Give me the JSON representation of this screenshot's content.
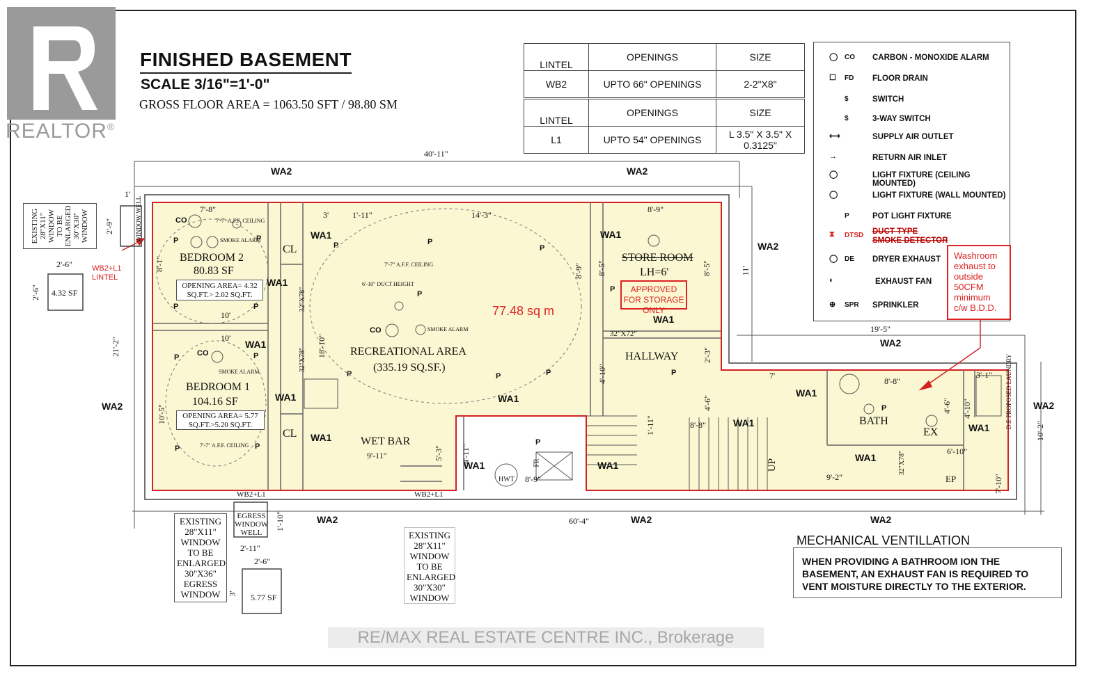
{
  "title": "FINISHED BASEMENT",
  "scale": "SCALE  3/16\"=1'-0\"",
  "gross_area": "GROSS FLOOR AREA  = 1063.50 SFT / 98.80 SM",
  "logo": {
    "text": "REALTOR",
    "mark": "®",
    "icon": "realtor-r-logo"
  },
  "lintel_table_1": {
    "col1": "LINTEL",
    "col2": "OPENINGS",
    "col3": "SIZE",
    "r1": "WB2",
    "r2": "UPTO 66\" OPENINGS",
    "r3": "2-2\"X8\""
  },
  "lintel_table_2": {
    "col1": "LINTEL",
    "col2": "OPENINGS",
    "col3": "SIZE",
    "r1": "L1",
    "r2": "UPTO 54\" OPENINGS",
    "r3": "L 3.5\" X 3.5\" X 0.3125\""
  },
  "legend": {
    "items": [
      {
        "abbr": "CO",
        "label": "CARBON - MONOXIDE ALARM",
        "icon": "co-alarm-icon"
      },
      {
        "abbr": "FD",
        "label": "FLOOR DRAIN",
        "icon": "floor-drain-icon"
      },
      {
        "abbr": "$",
        "label": "SWITCH",
        "icon": "switch-icon"
      },
      {
        "abbr": "$",
        "label": "3-WAY SWITCH",
        "icon": "three-way-switch-icon"
      },
      {
        "abbr": "",
        "label": "SUPPLY AIR OUTLET",
        "icon": "supply-air-icon"
      },
      {
        "abbr": "",
        "label": "RETURN AIR INLET",
        "icon": "return-air-icon"
      },
      {
        "abbr": "",
        "label": "LIGHT FIXTURE (CEILING MOUNTED)",
        "icon": "ceiling-light-icon"
      },
      {
        "abbr": "",
        "label": "LIGHT FIXTURE (WALL MOUNTED)",
        "icon": "wall-light-icon"
      },
      {
        "abbr": "P",
        "label": "POT LIGHT FIXTURE",
        "icon": "pot-light-icon"
      },
      {
        "abbr": "DTSD",
        "label": "DUCT TYPE SMOKE DETECTOR",
        "icon": "duct-smoke-detector-icon"
      },
      {
        "abbr": "DE",
        "label": "DRYER EXHAUST",
        "icon": "dryer-exhaust-icon"
      },
      {
        "abbr": "",
        "label": "EXHAUST FAN",
        "icon": "exhaust-fan-icon"
      },
      {
        "abbr": "SPR",
        "label": "SPRINKLER",
        "icon": "sprinkler-icon"
      }
    ]
  },
  "washroom_note": "Washroom exhaust to outside 50CFM minimum c/w B.D.D.",
  "rooms": {
    "bedroom2": "BEDROOM 2",
    "bedroom2_area": "80.83 SF",
    "bedroom2_opening": "OPENING AREA= 4.32 SQ.FT.> 2.02 SQ.FT.",
    "bedroom1": "BEDROOM 1",
    "bedroom1_area": "104.16 SF",
    "bedroom1_opening": "OPENING AREA= 5.77 SQ.FT.>5.20 SQ.FT.",
    "rec": "RECREATIONAL AREA",
    "rec_area": "(335.19 SQ.SF.)",
    "store": "STORE ROOM",
    "store_lh": "LH=6'",
    "approved": "APPROVED FOR STORAGE ONLY",
    "hallway": "HALLWAY",
    "wetbar": "WET BAR",
    "bath": "BATH",
    "cl": "CL",
    "ex": "EX",
    "ep": "EP",
    "hwt": "HWT",
    "fr": "FR",
    "up": "UP",
    "de_laundry": "D.E PROPOSED LAUNDRY",
    "total_area": "77.48 sq m",
    "ceiling": "7'-7\" A.F.F. CEILING",
    "duct_height": "6'-10\" DUCT HEIGHT",
    "smoke": "SMOKE ALARM",
    "co": "CO",
    "p": "P"
  },
  "walls": {
    "wa1": "WA1",
    "wa2": "WA2"
  },
  "dims": {
    "overall_top": "40'-11\"",
    "overall_bottom": "60'-4\"",
    "d_1": "1'",
    "d_78": "7'-8\"",
    "d_3": "3'",
    "d_111": "1'-11\"",
    "d_143": "14'-3\"",
    "d_89": "8'-9\"",
    "d_29": "2'-9\"",
    "d_81": "8'-1\"",
    "d_10": "10'",
    "d_212": "21'-2\"",
    "d_105": "10'-5\"",
    "d_11": "11'",
    "d_195": "19'-5\"",
    "d_85": "8'-5\"",
    "d_1810": "18'-10\"",
    "d_410": "4'-10\"",
    "d_23": "2'-3\"",
    "d_7": "7'",
    "d_88": "8'-8\"",
    "d_31": "3'-1\"",
    "d_46": "4'-6\"",
    "d_102": "10'-2\"",
    "d_610": "6'-10\"",
    "d_92": "9'-2\"",
    "d_710": "7'-10\"",
    "d_99": "9'-11\"",
    "d_53": "5'-3\"",
    "d_411": "4'-11\"",
    "d_32x72": "32\"X72\"",
    "d_32x78": "32\"X78\"",
    "d_26": "2'-6\"",
    "d_211": "2'-11\"",
    "d_110": "1'-10\"",
    "d_3b": "3'",
    "d_2_6": "2'-6\""
  },
  "windows": {
    "left_existing": "EXISTING 28\"X11\" WINDOW TO BE ENLARGED 30\"X30\" WINDOW",
    "window_well": "WINDOW WELL",
    "sf_432": "4.32 SF",
    "wb2l1_lintel": "WB2+L1 LINTEL",
    "wb2l1": "WB2+L1",
    "egress_existing": "EXISTING 28\"X11\" WINDOW TO BE ENLARGED 30\"X36\" EGRESS WINDOW",
    "egress_well": "EGRESS WINDOW WELL",
    "sf_577": "5.77 SF",
    "bottom_existing": "EXISTING 28\"X11\" WINDOW TO BE ENLARGED 30\"X30\" WINDOW"
  },
  "mech": {
    "title": "MECHANICAL VENTILLATION",
    "text": "WHEN PROVIDING A BATHROOM ION THE BASEMENT, AN EXHAUST FAN IS REQUIRED TO VENT MOISTURE DIRECTLY TO THE EXTERIOR."
  },
  "watermark": "RE/MAX REAL ESTATE CENTRE INC., Brokerage",
  "colors": {
    "fill": "#fbf7d2",
    "red": "#d22222",
    "line": "#222222"
  }
}
